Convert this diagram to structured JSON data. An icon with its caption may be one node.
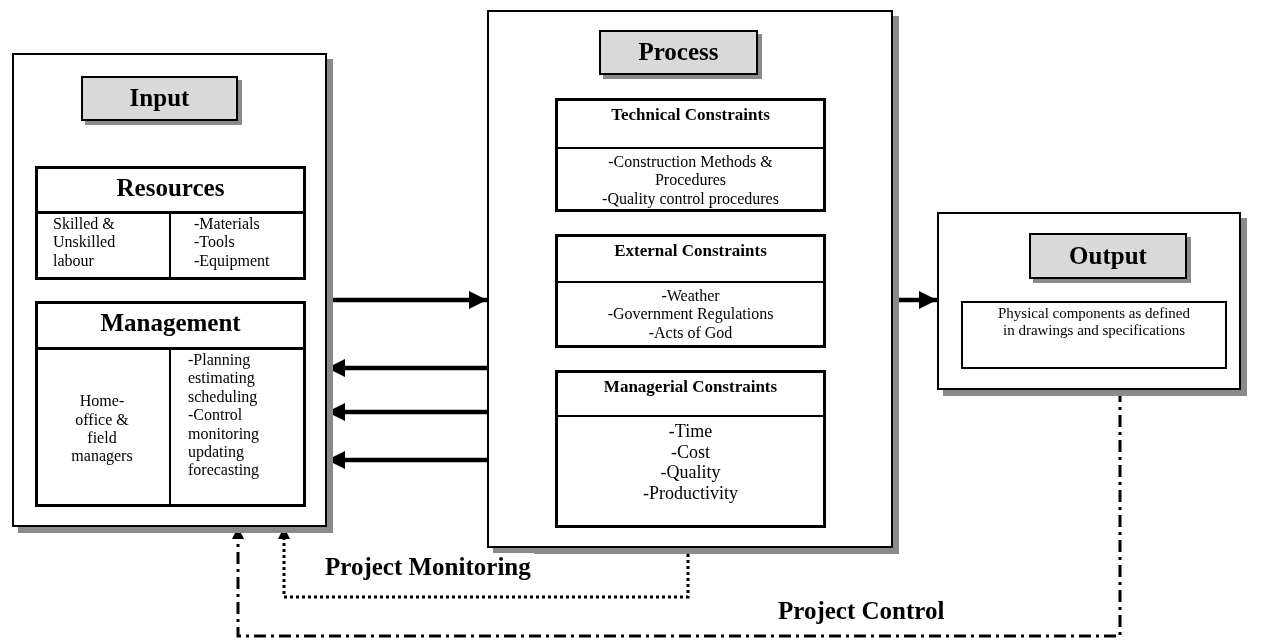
{
  "diagram": {
    "nodes": [
      {
        "text": [],
        "shape": "box"
      },
      {
        "text": [
          "Input"
        ],
        "in": 0
      },
      {
        "text": [
          "Resources"
        ],
        "in": 0
      },
      {
        "text": [
          "Skilled & Unskilled labour"
        ],
        "in": 2
      },
      {
        "text": [
          "-Materials -Tools -Equipment"
        ],
        "in": 2
      },
      {
        "text": [
          "Management"
        ],
        "in": 0
      },
      {
        "text": [
          "Home- office & field managers"
        ],
        "in": 5
      },
      {
        "text": [
          "-Planning estimating scheduling -Control monitoring updating forecasting"
        ],
        "in": 5
      },
      {
        "text": [],
        "shape": "box"
      },
      {
        "text": [
          "Process"
        ],
        "in": 8
      },
      {
        "text": [
          "Technical Constraints",
          "-Construction Methods & Procedures -Quality control procedures"
        ],
        "in": 8
      },
      {
        "text": [
          "External Constraints",
          "-Weather -Government Regulations -Acts of God"
        ],
        "in": 8
      },
      {
        "text": [
          "Managerial Constraints",
          "-Time -Cost -Quality -Productivity"
        ],
        "in": 8
      },
      {
        "text": [],
        "shape": "box"
      },
      {
        "text": [
          "Output"
        ],
        "in": 13
      },
      {
        "text": [
          "Physical components as defined in drawings and specifications"
        ],
        "in": 13
      }
    ],
    "edges": [
      {
        "from": 0,
        "to": 8,
        "arrow": "to"
      },
      {
        "from": 8,
        "to": 13,
        "arrow": "to"
      },
      {
        "from": 10,
        "to": 0,
        "arrow": "to"
      },
      {
        "from": 11,
        "to": 0,
        "arrow": "to"
      },
      {
        "from": 12,
        "to": 0,
        "arrow": "to"
      },
      {
        "from": 8,
        "to": 0,
        "arrow": "to",
        "label": "Project Monitoring",
        "style": "dashed"
      },
      {
        "from": 13,
        "to": 0,
        "arrow": "to",
        "label": "Project Control",
        "style": "dashed"
      }
    ]
  }
}
